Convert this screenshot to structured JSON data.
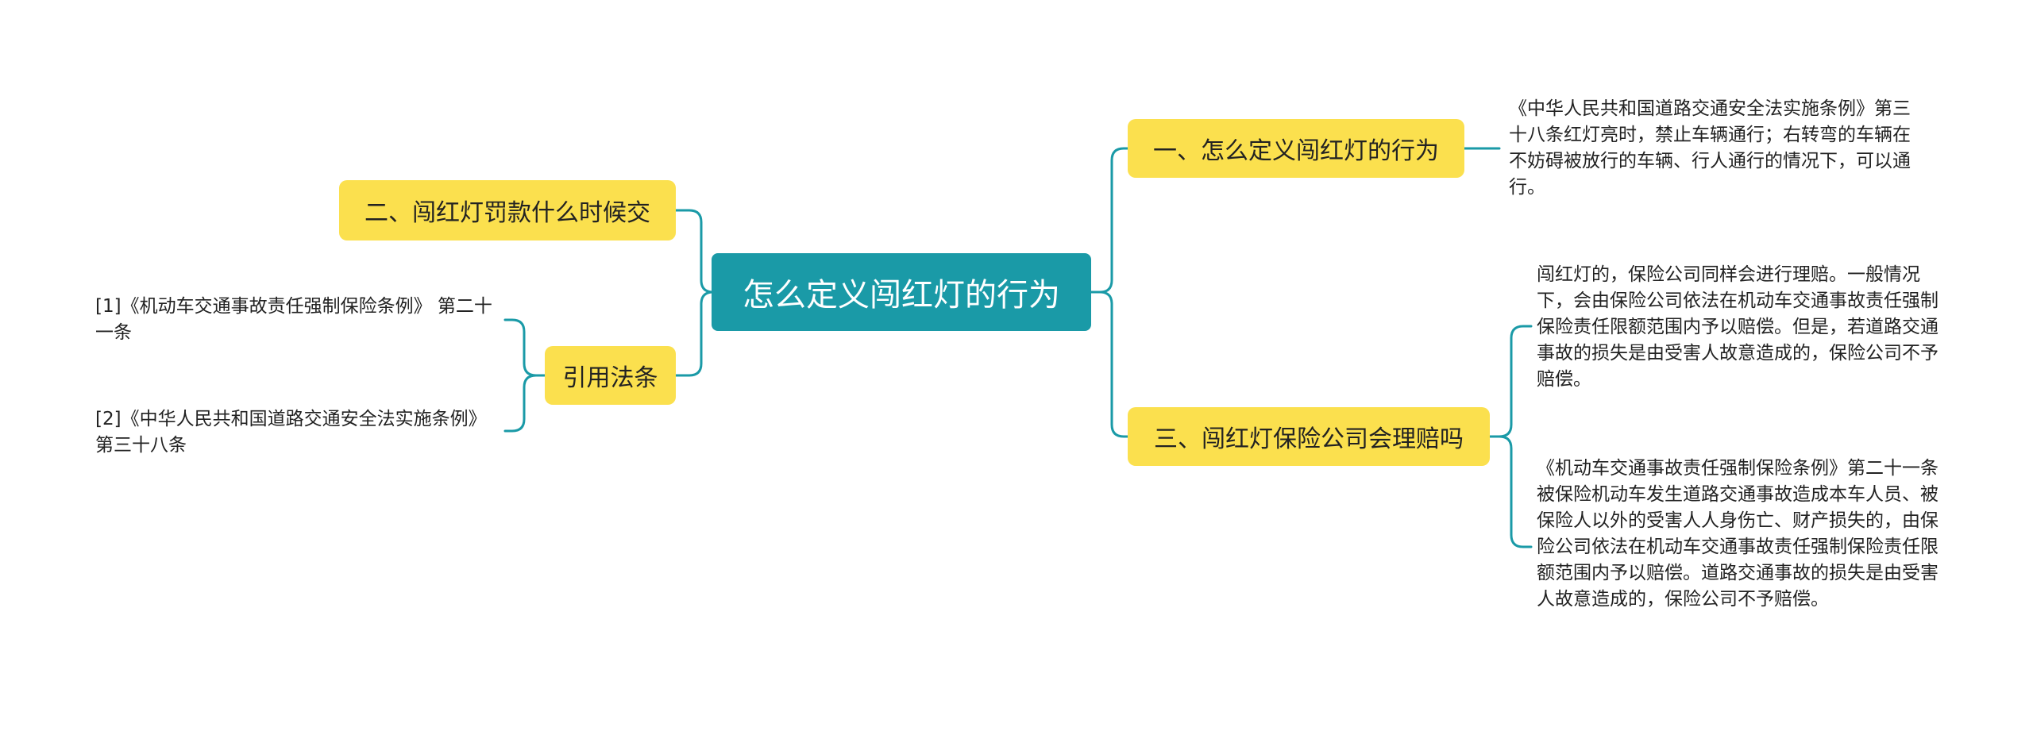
{
  "colors": {
    "root_fill": "#1a9aa7",
    "branch_fill": "#fbe04e",
    "connector": "#1a9aa7",
    "text": "#222222"
  },
  "root": {
    "label": "怎么定义闯红灯的行为"
  },
  "left_branches": [
    {
      "label": "二、闯红灯罚款什么时候交",
      "leaves": []
    },
    {
      "label": "引用法条",
      "leaves": [
        "[1]《机动车交通事故责任强制保险条例》 第二十一条",
        "[2]《中华人民共和国道路交通安全法实施条例》 第三十八条"
      ]
    }
  ],
  "right_branches": [
    {
      "label": "一、怎么定义闯红灯的行为",
      "leaves": [
        "《中华人民共和国道路交通安全法实施条例》第三十八条红灯亮时，禁止车辆通行；右转弯的车辆在不妨碍被放行的车辆、行人通行的情况下，可以通行。"
      ]
    },
    {
      "label": "三、闯红灯保险公司会理赔吗",
      "leaves": [
        "闯红灯的，保险公司同样会进行理赔。一般情况下，会由保险公司依法在机动车交通事故责任强制保险责任限额范围内予以赔偿。但是，若道路交通事故的损失是由受害人故意造成的，保险公司不予赔偿。",
        "《机动车交通事故责任强制保险条例》第二十一条被保险机动车发生道路交通事故造成本车人员、被保险人以外的受害人人身伤亡、财产损失的，由保险公司依法在机动车交通事故责任强制保险责任限额范围内予以赔偿。道路交通事故的损失是由受害人故意造成的，保险公司不予赔偿。"
      ]
    }
  ]
}
